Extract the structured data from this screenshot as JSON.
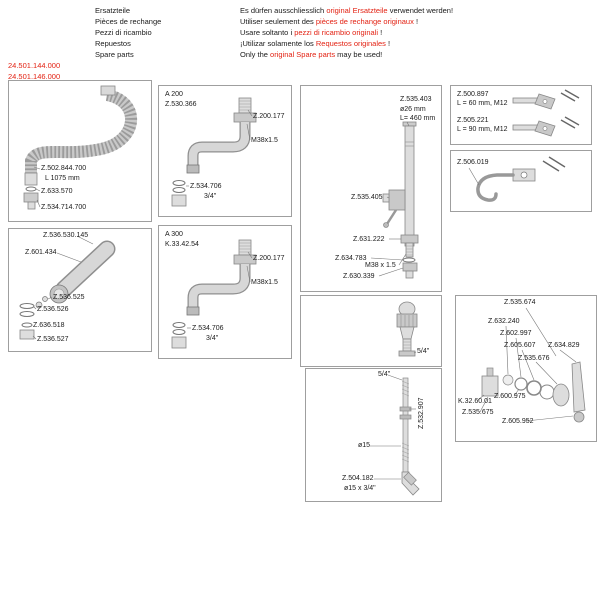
{
  "colors": {
    "accent_red": "#e32213",
    "panel_border": "#9f9f9f"
  },
  "header": {
    "languages": [
      "Ersatzteile",
      "Pièces de rechange",
      "Pezzi di ricambio",
      "Repuestos",
      "Spare parts"
    ],
    "notices": [
      {
        "pre": "Es dürfen ausschliesslich",
        "em": "original Ersatzteile",
        "post": "verwendet werden!"
      },
      {
        "pre": "Utiliser seulement des",
        "em": "pièces de rechange originaux",
        "post": "!"
      },
      {
        "pre": "Usare soltanto i",
        "em": "pezzi di ricambio originali",
        "post": "!"
      },
      {
        "pre": "¡Utilizar solamente los",
        "em": "Requestos originales",
        "post": "!"
      },
      {
        "pre": "Only the",
        "em": "original Spare parts",
        "post": "may be used!"
      }
    ],
    "product_numbers": [
      "24.501.144.000",
      "24.501.146.000"
    ]
  },
  "panels": {
    "hose": {
      "part": "Z.502.844.700",
      "length": "L 1075 mm",
      "seal_part": "Z.633.570",
      "fitting_part": "Z.534.714.700"
    },
    "spout_a200": {
      "model": "A 200",
      "spout_part": "Z.530.366",
      "aerator_part": "Z.200.177",
      "thread": "M38x1.5",
      "seal_part": "Z.534.706",
      "seal_size": "3/4\""
    },
    "column": {
      "pipe_part": "Z.535.403",
      "pipe_diameter": "ø26 mm",
      "pipe_length": "L= 460 mm",
      "valve_part": "Z.535.405",
      "nut_part": "Z.631.222",
      "seal_part": "Z.634.783",
      "thread": "M38 x 1.5",
      "base_part": "Z.630.339"
    },
    "brackets": {
      "short_part": "Z.500.897",
      "short_spec": "L = 60 mm, M12",
      "long_part": "Z.505.221",
      "long_spec": "L = 90 mm, M12"
    },
    "hook": {
      "part": "Z.506.019"
    },
    "spray_head": {
      "head_part": "Z.536.530.145",
      "lever_part": "Z.601.434",
      "screw_part": "Z.536.525",
      "ring_part": "Z.536.526",
      "seal_part": "Z.636.518",
      "washer_part": "Z.536.527"
    },
    "spout_a300": {
      "model": "A 300",
      "spout_part": "K.33.42.54",
      "aerator_part": "Z.200.177",
      "thread": "M38x1.5",
      "seal_part": "Z.534.706",
      "seal_size": "3/4\""
    },
    "nozzle": {
      "size": "5/4\""
    },
    "rod": {
      "top_size": "5/4\"",
      "rod_part": "Z.532.907",
      "diameter": "ø15",
      "fitting_part": "Z.504.182",
      "fitting_size": "ø15 x 3/4\""
    },
    "cartridge": {
      "set_part": "Z.535.674",
      "cap_part": "Z.632.240",
      "oring1_part": "Z.602.997",
      "oring2_part": "Z.605.607",
      "handle_part": "Z.634.829",
      "dome_part": "Z.535.676",
      "seals_part": "Z.600.975",
      "body_part": "K.32.60.01",
      "base_part": "Z.535.675",
      "lever_part": "Z.605.952"
    }
  }
}
